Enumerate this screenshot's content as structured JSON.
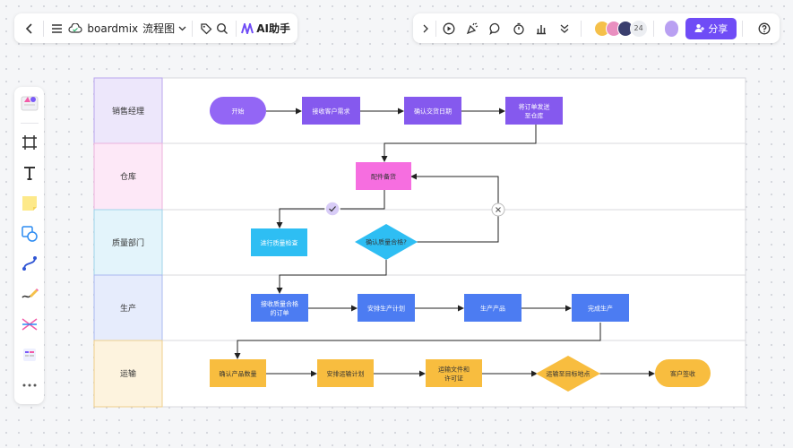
{
  "toolbar": {
    "app_name": "boardmix",
    "doc_title": "流程图",
    "ai_label": "AI助手",
    "collaborator_count": "24",
    "share_label": "分享"
  },
  "colors": {
    "accent": "#6f4cf6",
    "lane_sales": "#ede7fb",
    "lane_warehouse": "#fde8f7",
    "lane_quality": "#e3f4fb",
    "lane_production": "#e6ecfc",
    "lane_shipping": "#fdf3de"
  },
  "lanes": [
    {
      "label": "销售经理"
    },
    {
      "label": "仓库"
    },
    {
      "label": "质量部门"
    },
    {
      "label": "生产"
    },
    {
      "label": "运输"
    }
  ],
  "nodes": {
    "start": "开始",
    "receive_demand": "接收客户需求",
    "confirm_date": "确认交货日期",
    "send_order_1": "将订单发送",
    "send_order_2": "至仓库",
    "parts_prep": "配件备货",
    "quality_check": "进行质量检查",
    "confirm_quality": "确认质量合格?",
    "receive_order_1": "接收质量合格",
    "receive_order_2": "的订单",
    "schedule_production": "安排生产计划",
    "produce": "生产产品",
    "finish_production": "完成生产",
    "confirm_quantity": "确认产品数量",
    "schedule_shipping": "安排运输计划",
    "shipping_docs_1": "运输文件和",
    "shipping_docs_2": "许可证",
    "ship_to": "运输至目标地点",
    "customer_sign": "客户签收"
  }
}
